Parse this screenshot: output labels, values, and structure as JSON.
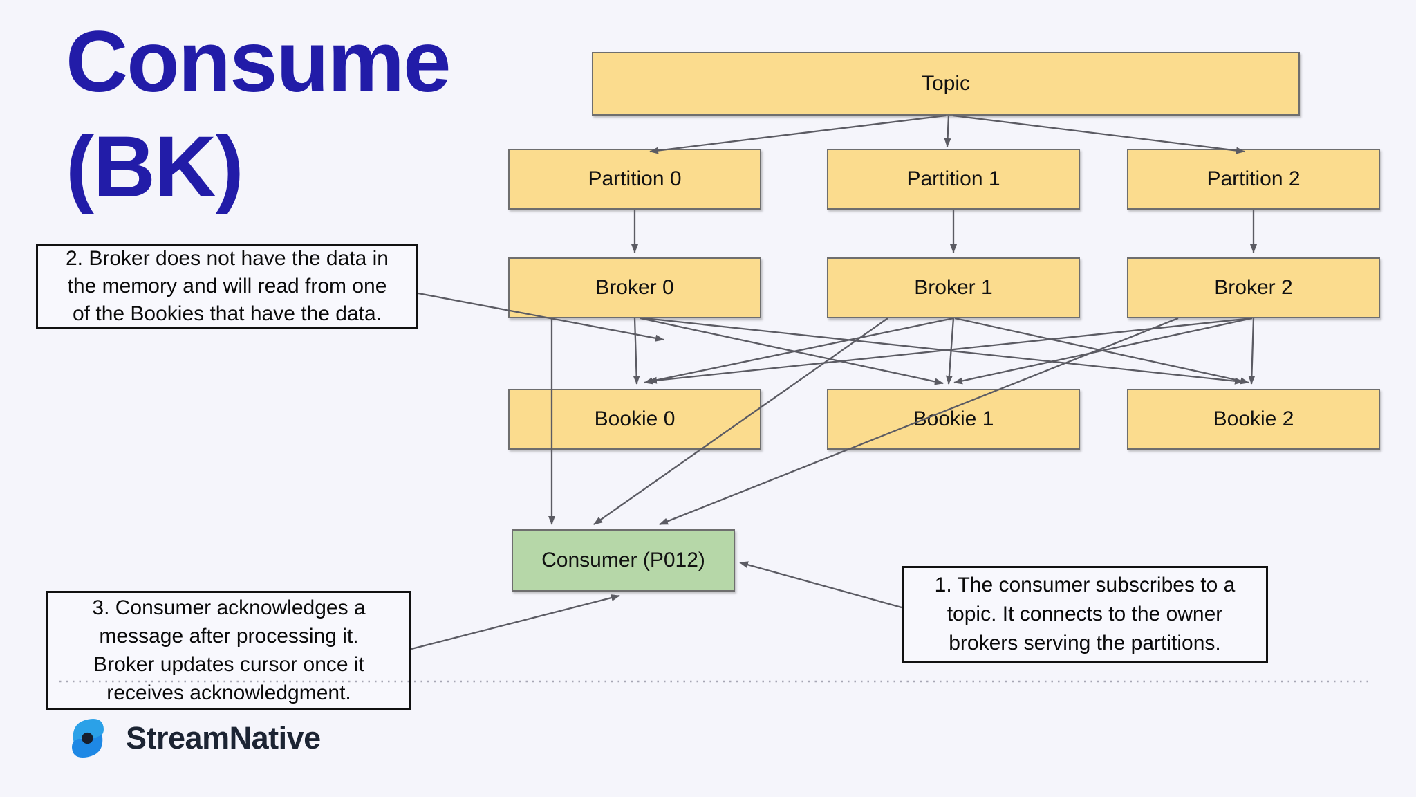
{
  "title": {
    "line1": "Consume",
    "line2": "(BK)"
  },
  "nodes": {
    "topic": "Topic",
    "partitions": [
      "Partition 0",
      "Partition 1",
      "Partition 2"
    ],
    "brokers": [
      "Broker 0",
      "Broker 1",
      "Broker 2"
    ],
    "bookies": [
      "Bookie 0",
      "Bookie 1",
      "Bookie 2"
    ],
    "consumer": "Consumer (P012)"
  },
  "annotations": {
    "note1": {
      "lines": [
        "1. The consumer subscribes to a",
        "topic. It connects to the owner",
        "brokers serving the partitions."
      ]
    },
    "note2": {
      "lines": [
        "2. Broker does not have the data in",
        "the memory and will read from one",
        "of the Bookies that have the data."
      ]
    },
    "note3": {
      "lines": [
        "3. Consumer acknowledges a",
        "message after processing it.",
        "Broker updates cursor once it",
        "receives acknowledgment."
      ]
    }
  },
  "footer": {
    "brand": "StreamNative"
  },
  "colors": {
    "background": "#f5f5fb",
    "node_fill": "#fbdc8e",
    "consumer_fill": "#b6d7a8",
    "title_color": "#221ca8",
    "arrow_color": "#5b5b63",
    "brand_text": "#1c2433",
    "brand_blue": "#2196f3",
    "dotted_line": "#a6a6b4"
  }
}
